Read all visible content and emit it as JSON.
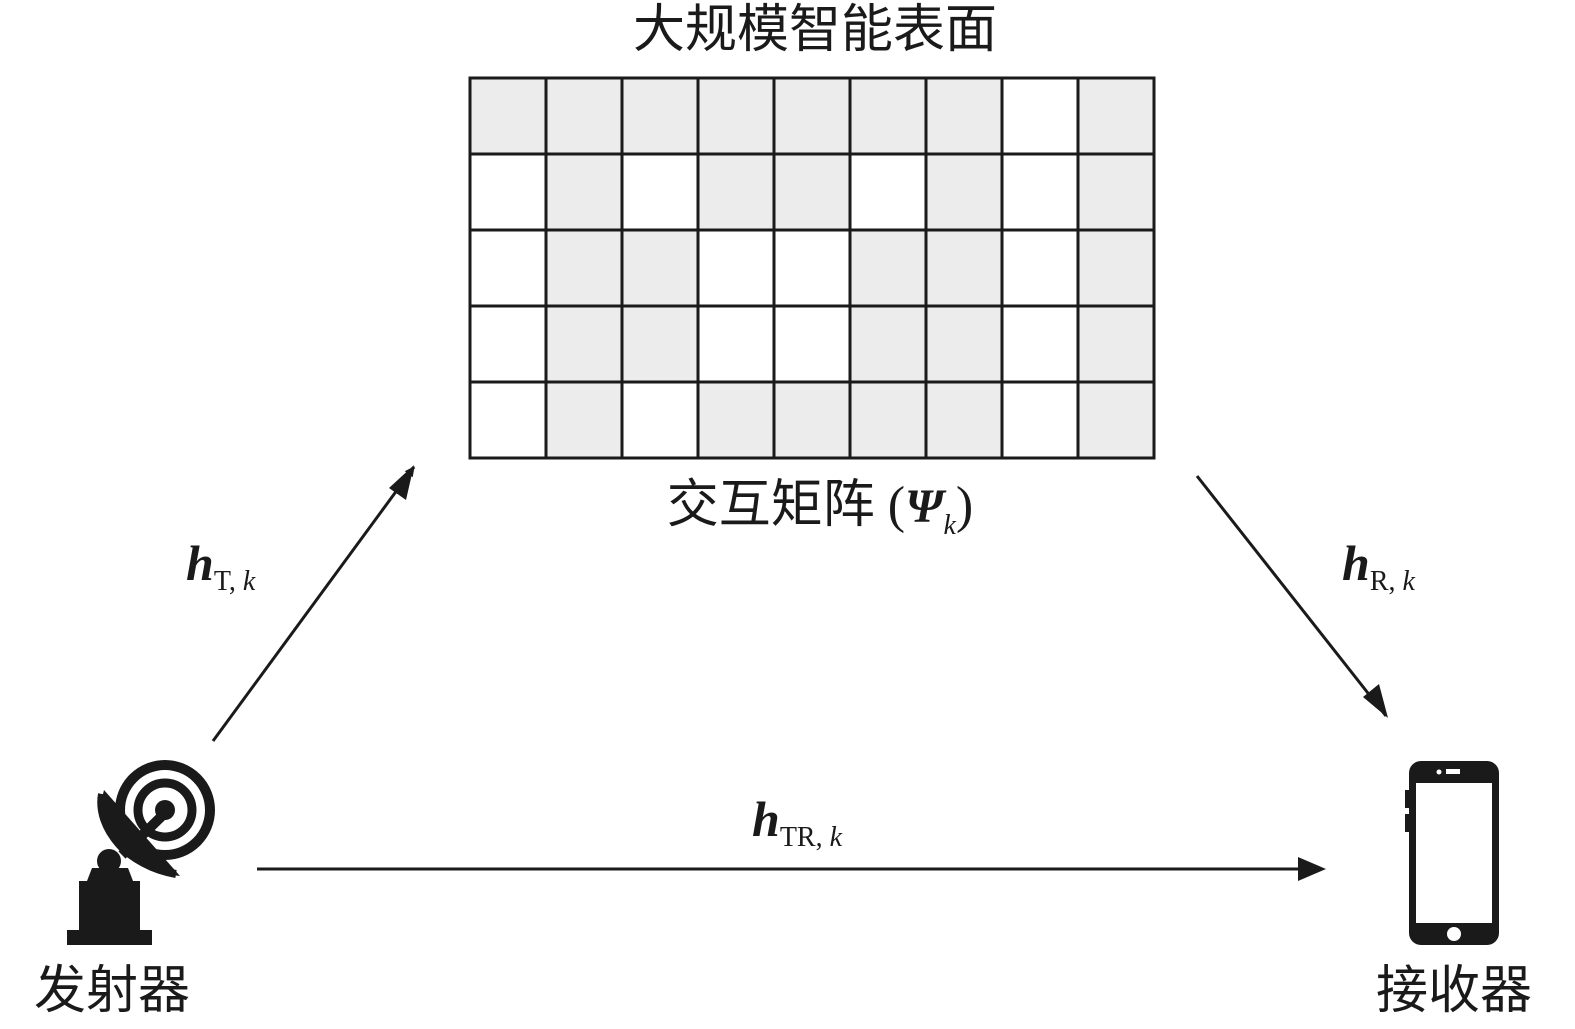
{
  "surface": {
    "title": "大规模智能表面",
    "rows": 5,
    "cols": 9,
    "pattern": [
      [
        1,
        1,
        1,
        1,
        1,
        1,
        1,
        0,
        1
      ],
      [
        0,
        1,
        0,
        1,
        1,
        0,
        1,
        0,
        1
      ],
      [
        0,
        1,
        1,
        0,
        0,
        1,
        1,
        0,
        1
      ],
      [
        0,
        1,
        1,
        0,
        0,
        1,
        1,
        0,
        1
      ],
      [
        0,
        1,
        0,
        1,
        1,
        1,
        1,
        0,
        1
      ]
    ],
    "matrix_label": "交互矩阵 (",
    "matrix_symbol": "Ψ",
    "matrix_sub": "k",
    "matrix_close": ")"
  },
  "links": {
    "h_t": {
      "symbol": "h",
      "sub": "T, ",
      "sub_k": "k"
    },
    "h_r": {
      "symbol": "h",
      "sub": "R, ",
      "sub_k": "k"
    },
    "h_tr": {
      "symbol": "h",
      "sub": "TR, ",
      "sub_k": "k"
    }
  },
  "transmitter": {
    "label": "发射器",
    "icon": "satellite-dish-icon"
  },
  "receiver": {
    "label": "接收器",
    "icon": "smartphone-icon"
  },
  "colors": {
    "cell_on": "#ececec",
    "cell_off": "#ffffff",
    "stroke": "#1a1a1a"
  }
}
